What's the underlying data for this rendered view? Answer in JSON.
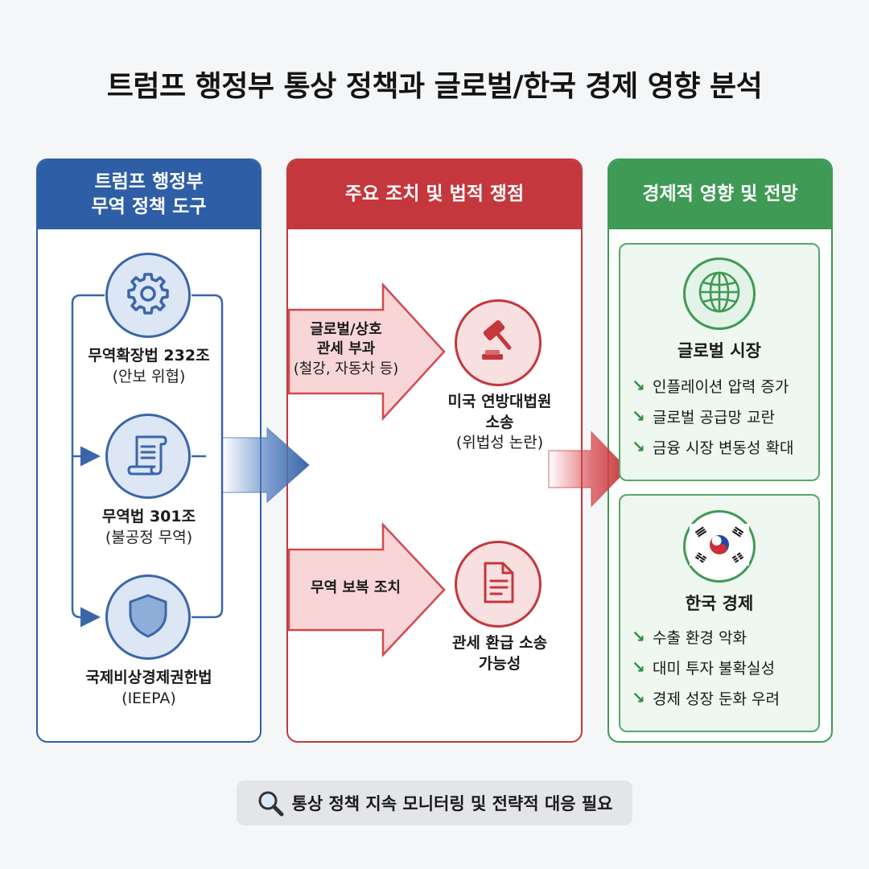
{
  "title": "트럼프 행정부 통상 정책과 글로벌/한국 경제 영향 분석",
  "panels": {
    "tools": {
      "title_line1": "트럼프 행정부",
      "title_line2": "무역 정책 도구",
      "color": "#2e5ea6"
    },
    "actions": {
      "title": "주요 조치 및 법적 쟁점",
      "color": "#c4373c"
    },
    "impact": {
      "title": "경제적 영향 및 전망",
      "color": "#3f9a55"
    }
  },
  "tools": [
    {
      "icon": "gear-icon",
      "name": "무역확장법 232조",
      "desc": "(안보 위협)"
    },
    {
      "icon": "scroll-icon",
      "name": "무역법 301조",
      "desc": "(불공정 무역)"
    },
    {
      "icon": "shield-icon",
      "name": "국제비상경제권한법",
      "desc": "(IEEPA)"
    }
  ],
  "actions": [
    {
      "label_line1": "글로벌/상호",
      "label_line2": "관세 부과",
      "label_sub": "(철강, 자동차 등)"
    },
    {
      "label_line1": "무역 보복 조치"
    }
  ],
  "cases": [
    {
      "icon": "gavel-icon",
      "line1": "미국 연방대법원",
      "line2": "소송",
      "sub": "(위법성 논란)"
    },
    {
      "icon": "document-icon",
      "line1": "관세 환급 소송",
      "line2": "가능성"
    }
  ],
  "impacts": [
    {
      "icon": "globe-icon",
      "title": "글로벌 시장",
      "items": [
        "인플레이션 압력 증가",
        "글로벌 공급망 교란",
        "금융 시장 변동성 확대"
      ]
    },
    {
      "icon": "korea-flag-icon",
      "title": "한국 경제",
      "items": [
        "수출 환경 악화",
        "대미 투자 불확실성",
        "경제 성장 둔화 우려"
      ]
    }
  ],
  "footer": {
    "icon": "search-icon",
    "text": "통상 정책 지속 모니터링 및 전략적 대응 필요"
  }
}
